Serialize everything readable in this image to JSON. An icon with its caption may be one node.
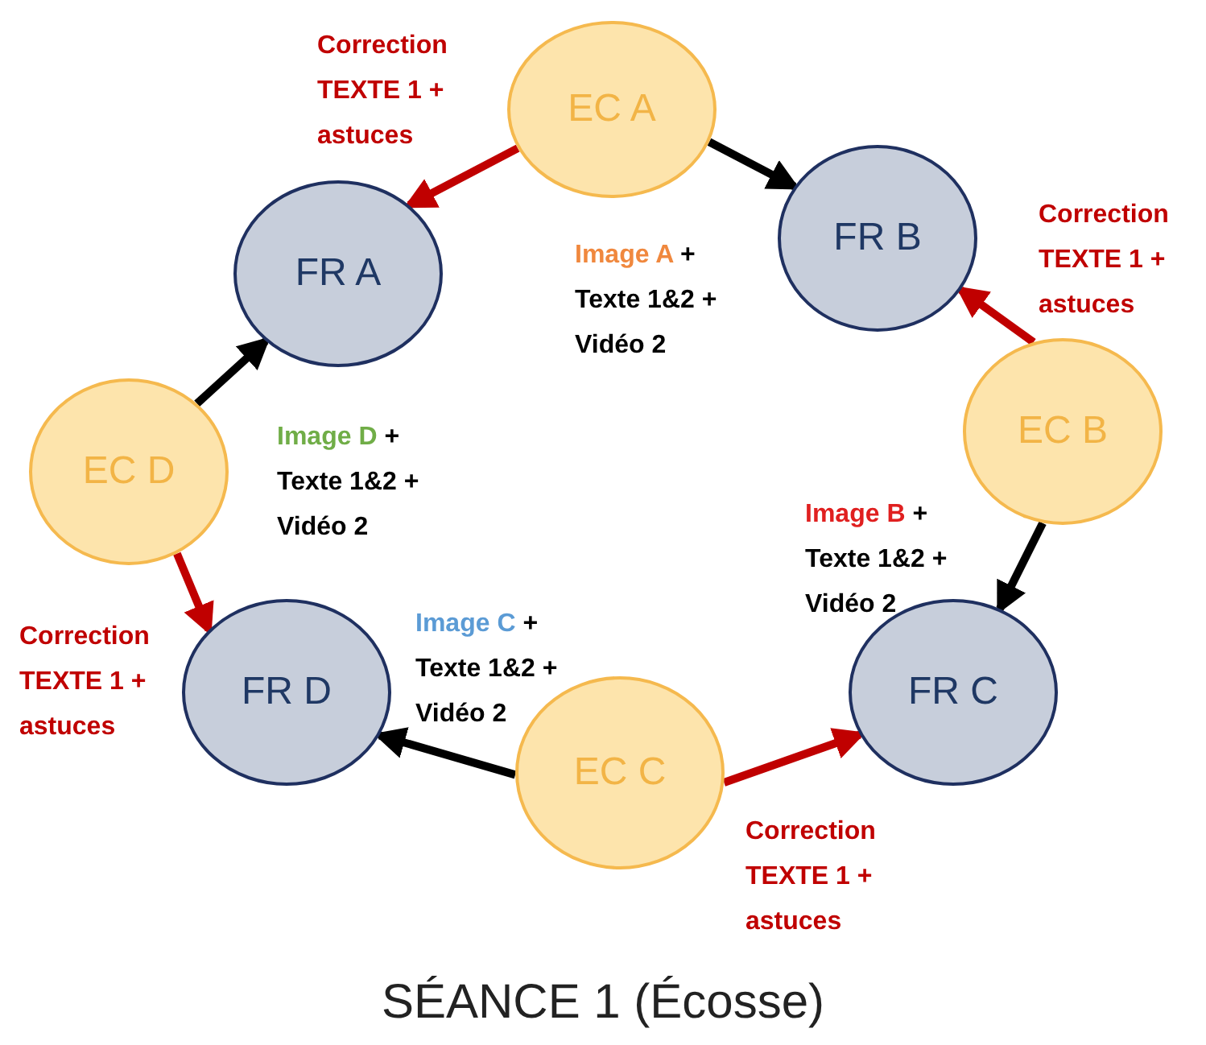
{
  "diagram": {
    "caption": "SÉANCE 1 (Écosse)",
    "nodes": [
      {
        "text": [
          "EC A"
        ]
      },
      {
        "text": [
          "FR A"
        ]
      },
      {
        "text": [
          "FR B"
        ]
      },
      {
        "text": [
          "EC B"
        ]
      },
      {
        "text": [
          "FR C"
        ]
      },
      {
        "text": [
          "EC C"
        ]
      },
      {
        "text": [
          "FR D"
        ]
      },
      {
        "text": [
          "EC D"
        ]
      }
    ],
    "edges": [
      {
        "from": 0,
        "to": 1,
        "arrow": "to",
        "label": "Correction TEXTE 1 + astuces",
        "color": "#c00000"
      },
      {
        "from": 0,
        "to": 2,
        "arrow": "to",
        "label": "Image A + Texte 1&2 + Vidéo 2",
        "color": "#000000"
      },
      {
        "from": 3,
        "to": 2,
        "arrow": "to",
        "label": "Correction TEXTE 1 + astuces",
        "color": "#c00000"
      },
      {
        "from": 3,
        "to": 4,
        "arrow": "to",
        "label": "Image B + Texte 1&2 + Vidéo 2",
        "color": "#000000"
      },
      {
        "from": 5,
        "to": 4,
        "arrow": "to",
        "label": "Correction TEXTE 1 + astuces",
        "color": "#c00000"
      },
      {
        "from": 5,
        "to": 6,
        "arrow": "to",
        "label": "Image C + Texte 1&2 + Vidéo 2",
        "color": "#000000"
      },
      {
        "from": 7,
        "to": 6,
        "arrow": "to",
        "label": "Correction TEXTE 1 + astuces",
        "color": "#c00000"
      },
      {
        "from": 7,
        "to": 1,
        "arrow": "to",
        "label": "Image D + Texte 1&2 + Vidéo 2",
        "color": "#000000"
      }
    ]
  }
}
